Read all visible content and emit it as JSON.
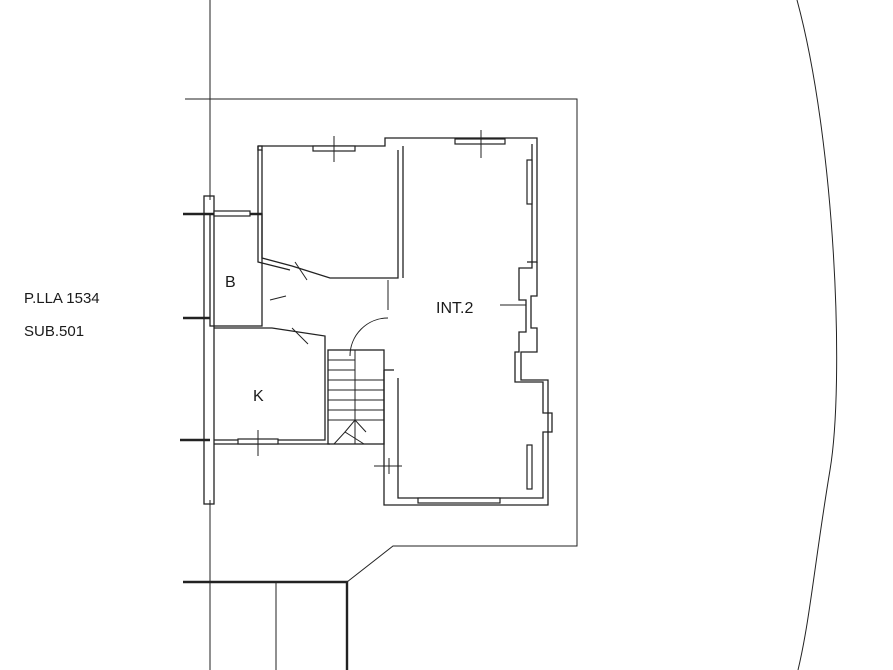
{
  "parcel": {
    "line1": "P.LLA 1534",
    "line2": "SUB.501"
  },
  "rooms": {
    "bathroom": "B",
    "kitchen": "K",
    "unit": "INT.2"
  }
}
